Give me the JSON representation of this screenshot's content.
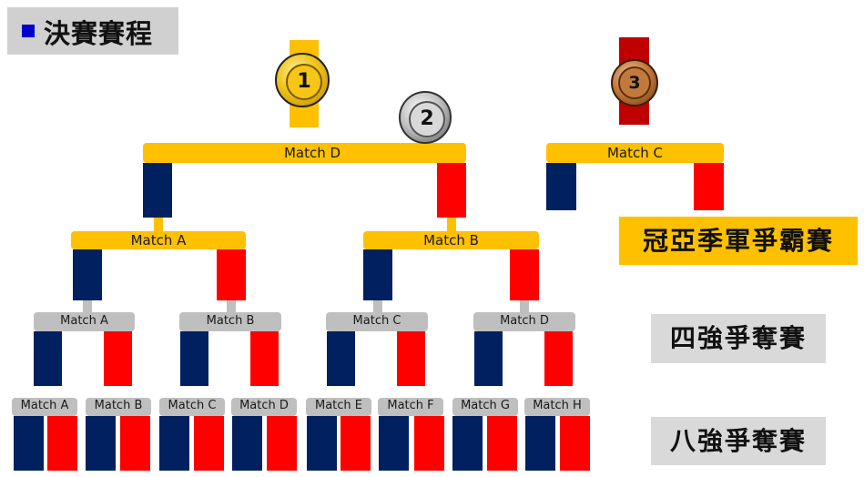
{
  "title": "決賽賽程",
  "stages": {
    "final": "冠亞季軍爭霸賽",
    "quarter": "四強爭奪賽",
    "eighth": "八強爭奪賽"
  },
  "medals": {
    "gold": "1",
    "silver": "2",
    "bronze": "3"
  },
  "final_labels": {
    "d": "Match D",
    "c": "Match C"
  },
  "semi_labels": [
    "Match A",
    "Match B"
  ],
  "quarter_labels": [
    "Match A",
    "Match B",
    "Match C",
    "Match D"
  ],
  "round1_labels": [
    "Match A",
    "Match B",
    "Match C",
    "Match D",
    "Match E",
    "Match F",
    "Match G",
    "Match H"
  ],
  "colors": {
    "navy": "#002060",
    "red": "#ff0000",
    "gold": "#ffc000",
    "dark_red": "#c00000",
    "grey": "#bfbfbf"
  }
}
